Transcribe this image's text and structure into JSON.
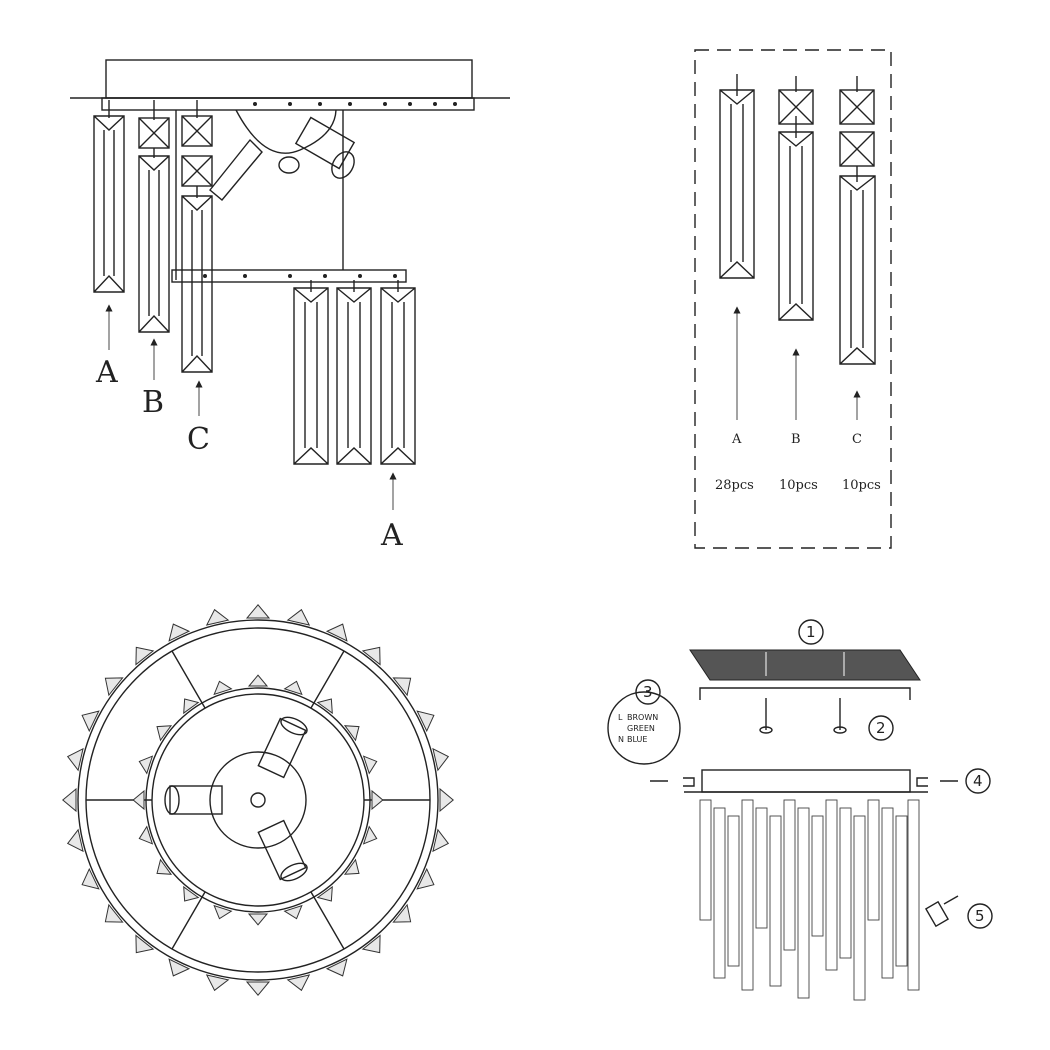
{
  "side_view": {
    "labels": {
      "a_left": "A",
      "b": "B",
      "c": "C",
      "a_right": "A"
    }
  },
  "parts_list": {
    "items": [
      {
        "letter": "A",
        "qty": "28pcs"
      },
      {
        "letter": "B",
        "qty": "10pcs"
      },
      {
        "letter": "C",
        "qty": "10pcs"
      }
    ]
  },
  "assembly": {
    "steps": [
      "1",
      "2",
      "3",
      "4",
      "5"
    ],
    "wiring": {
      "l": "L",
      "n": "N",
      "l_text": "BROWN",
      "n_text": "BLUE",
      "ground_text": "GREEN"
    }
  }
}
